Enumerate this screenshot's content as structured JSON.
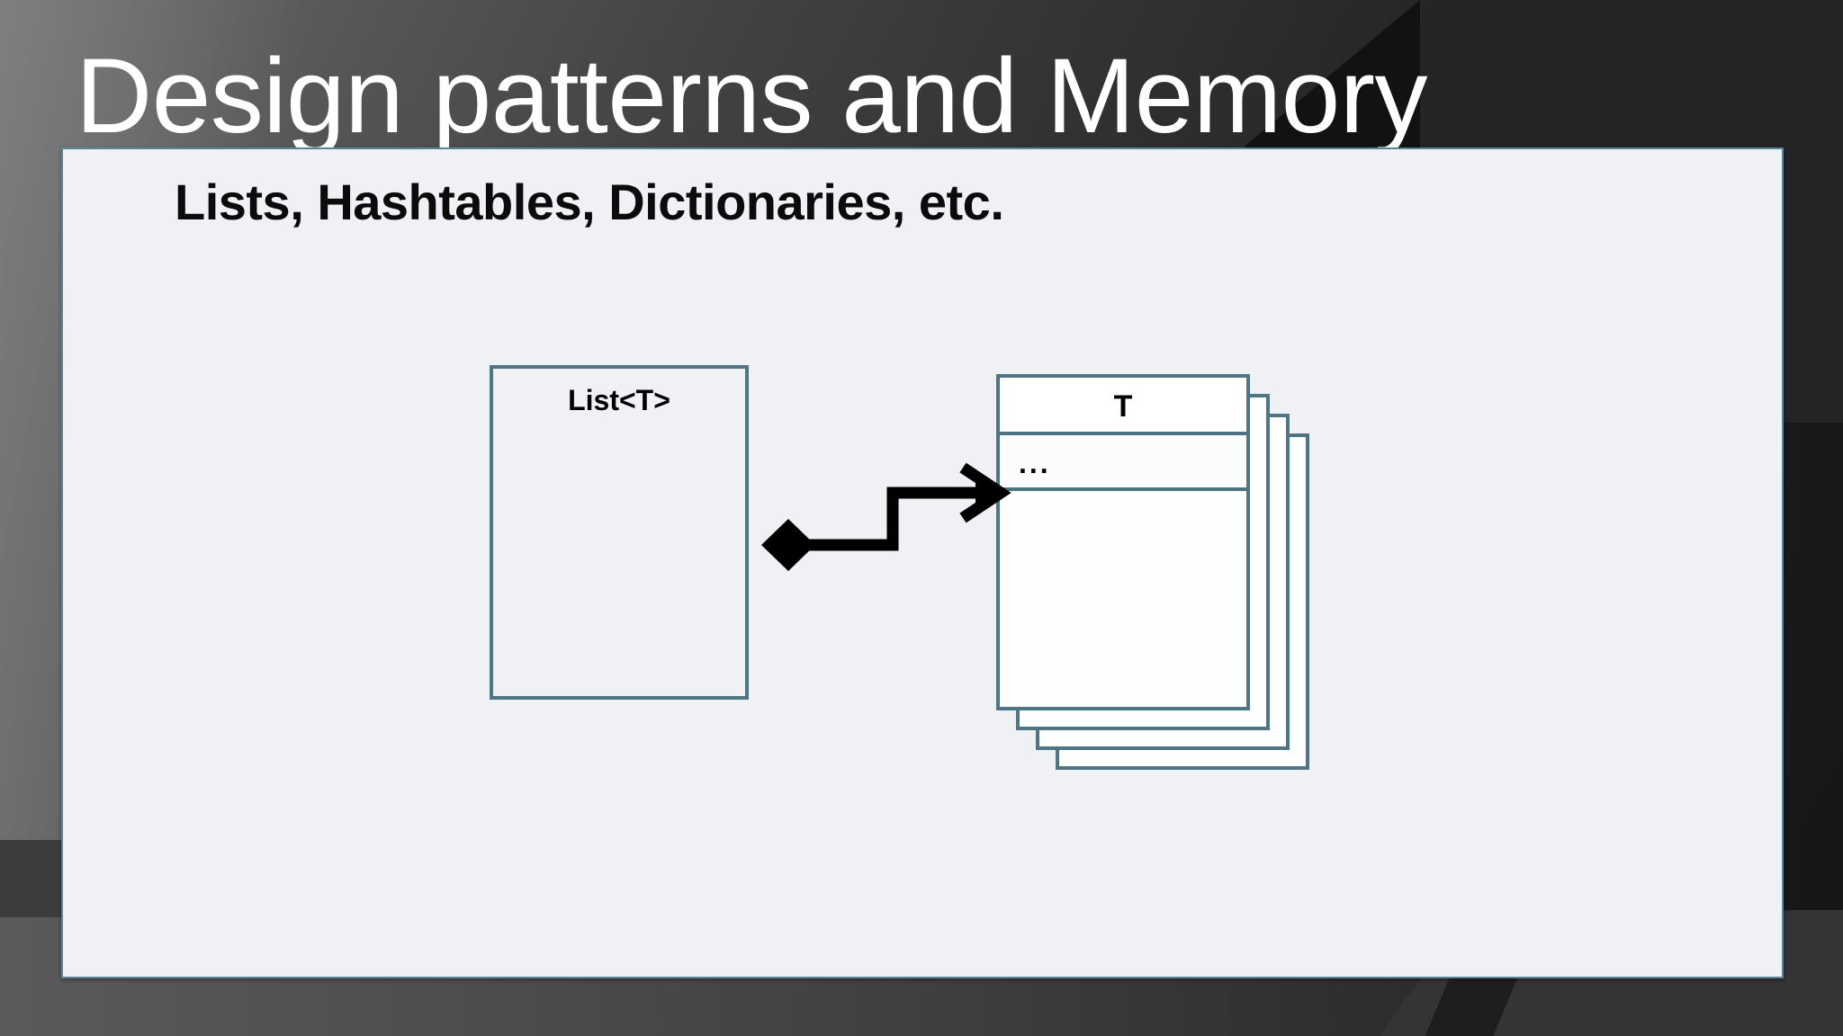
{
  "slide": {
    "title": "Design patterns and Memory",
    "subtitle": "Lists, Hashtables, Dictionaries, etc."
  },
  "theme": {
    "panel_background": "#eff1f4",
    "panel_border": "#5b8497",
    "title_color": "#ffffff",
    "subtitle_color": "#0b0b0b",
    "uml_border": "#4f7585",
    "uml_fill_header": "#ffffff",
    "uml_fill_body": "#fdfefe",
    "connector_color": "#000000",
    "background_dark": "#1b1b1d",
    "background_light": "#6e6e70"
  },
  "diagram": {
    "type": "uml-class-composition",
    "collection_class": {
      "name": "List<T>",
      "label_anchor": "top-center"
    },
    "element_class": {
      "name": "T",
      "compartments": [
        {
          "text": "T",
          "align": "center"
        },
        {
          "text": "...",
          "align": "left"
        },
        {
          "text": "",
          "align": "left"
        }
      ],
      "stack_count": 4
    },
    "connector": {
      "kind": "composition",
      "source_decoration": "filled-diamond",
      "target_decoration": "open-arrowhead",
      "routing": "orthogonal-step"
    }
  }
}
